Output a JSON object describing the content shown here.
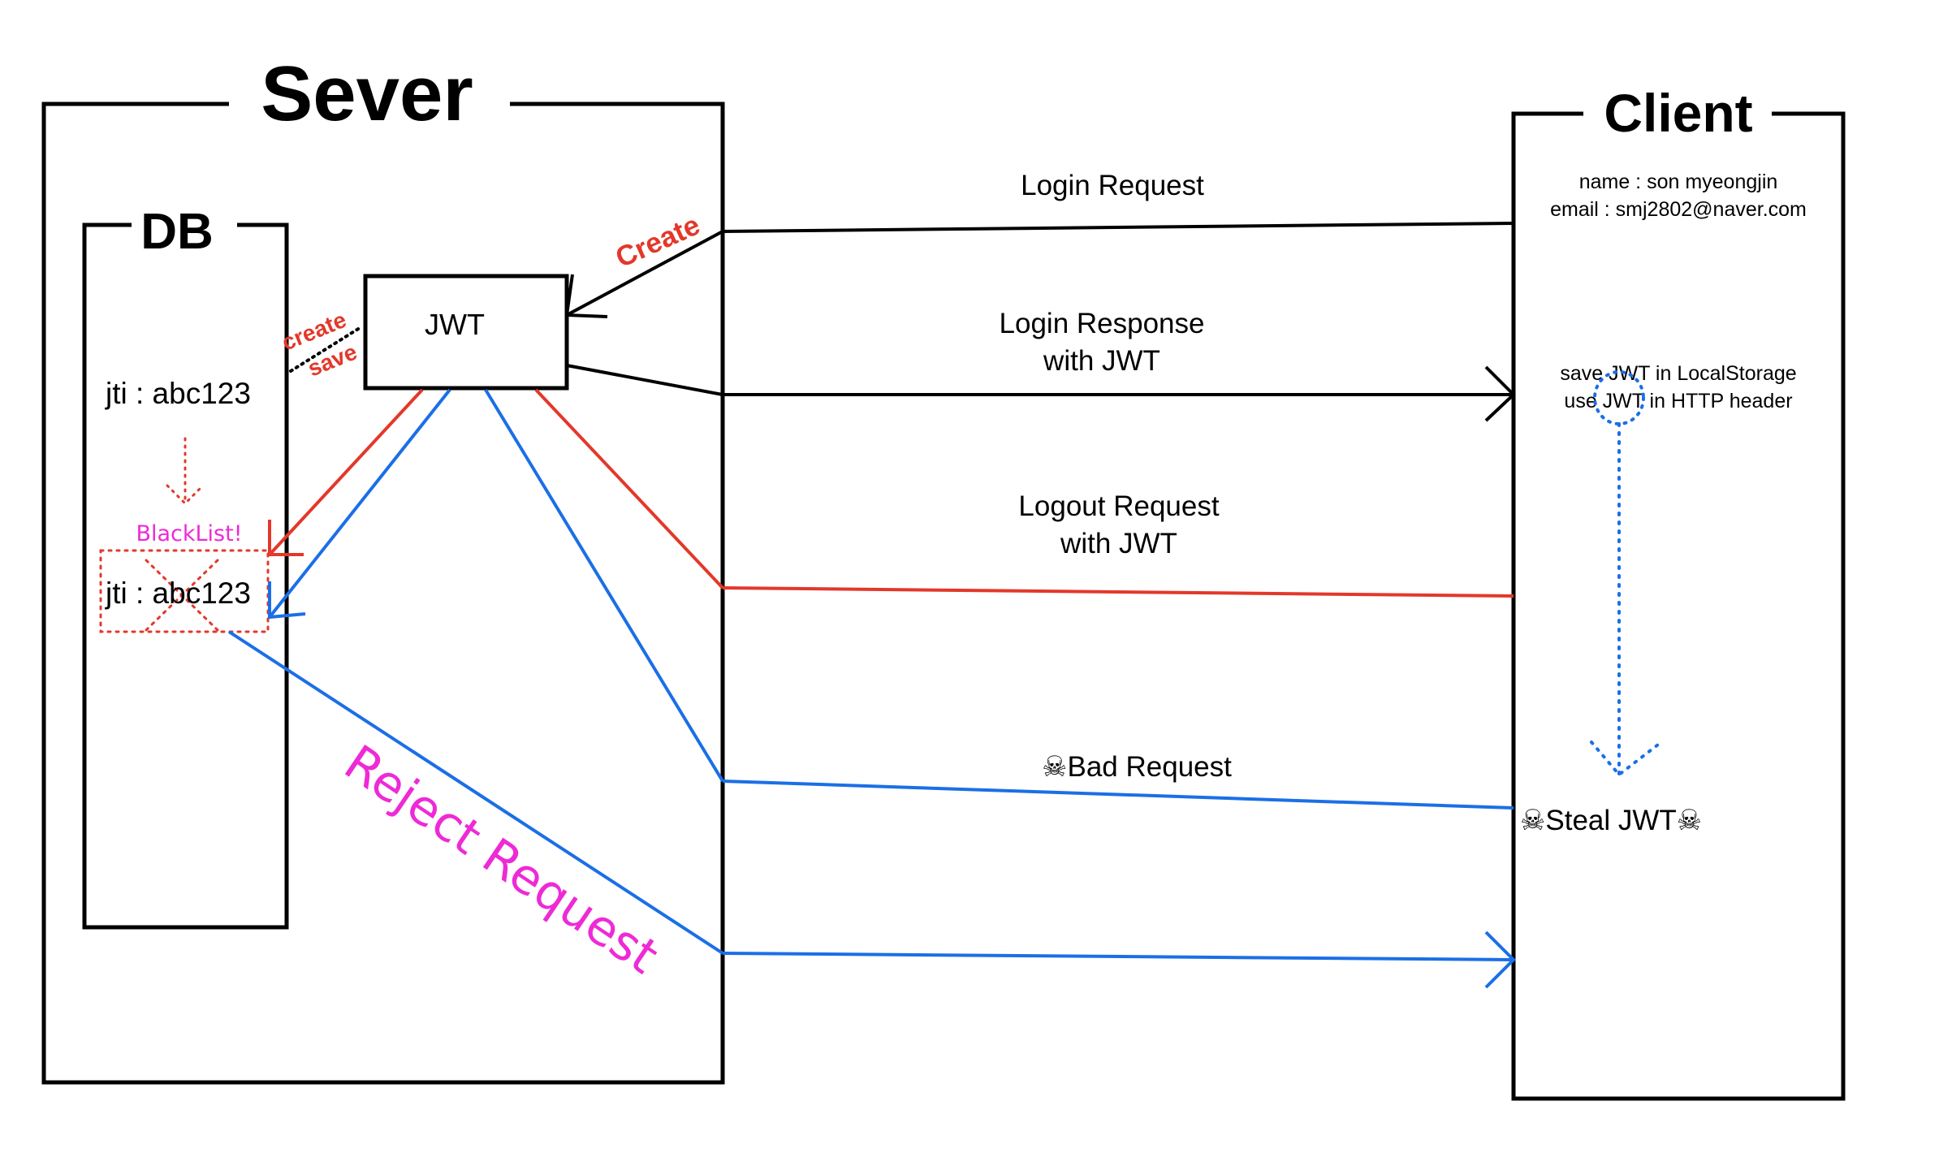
{
  "server": {
    "title": "Sever"
  },
  "client": {
    "title": "Client",
    "name_line": "name : son myeongjin",
    "email_line": "email : smj2802@naver.com",
    "storage_line1": "save JWT in LocalStorage",
    "storage_line2": "use JWT in HTTP header",
    "steal_label": "☠Steal JWT☠"
  },
  "db": {
    "title": "DB",
    "record": "jti : abc123",
    "blacklist_label": "BlackList!",
    "blacklisted_record": "jti : abc123"
  },
  "jwt": {
    "label": "JWT",
    "create_label": "Create",
    "create_save_line1": "create",
    "create_save_line2": "save"
  },
  "messages": {
    "login_request": "Login Request",
    "login_response_line1": "Login Response",
    "login_response_line2": "with JWT",
    "logout_request_line1": "Logout Request",
    "logout_request_line2": "with JWT",
    "bad_request": "☠Bad Request",
    "reject_request": "Reject Request"
  },
  "colors": {
    "black_flow": "#000000",
    "red_flow": "#e3382a",
    "blue_flow": "#1b6fe6",
    "annotation_pink": "#ee2ad6"
  }
}
